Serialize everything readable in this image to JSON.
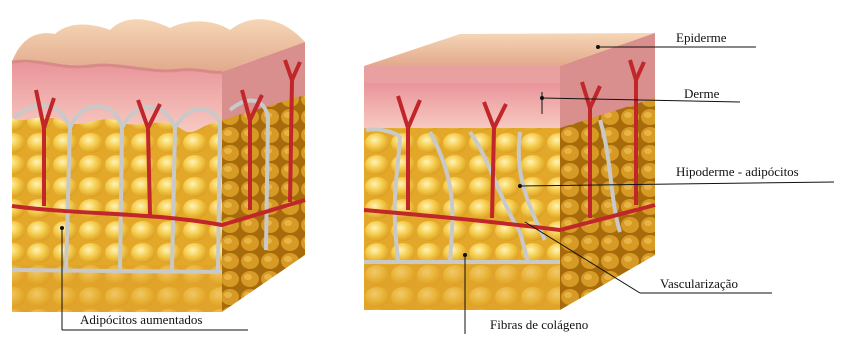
{
  "labels": {
    "epiderme": "Epiderme",
    "derme": "Derme",
    "hipoderme": "Hipoderme - adipócitos",
    "vascularizacao": "Vascularização",
    "fibras": "Fibras de colágeno",
    "adipocitos_aumentados": "Adipócitos aumentados"
  },
  "colors": {
    "epidermis": "#e8b98f",
    "dermis": "#f2b6b0",
    "fat": "#f3c640",
    "vessel": "#c8282a",
    "septa": "#bfbfbf"
  }
}
